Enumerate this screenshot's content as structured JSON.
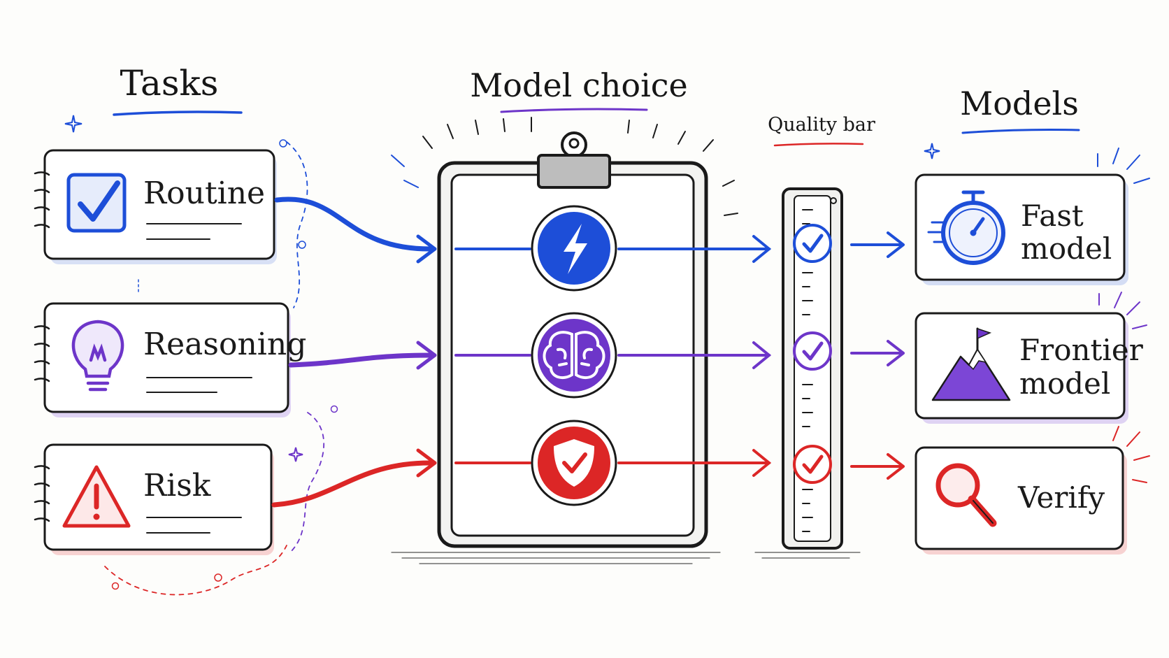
{
  "headings": {
    "tasks": "Tasks",
    "model_choice": "Model choice",
    "quality_bar": "Quality bar",
    "models": "Models"
  },
  "tasks": [
    {
      "label": "Routine",
      "icon": "checkbox-icon",
      "color": "#1d4ed8"
    },
    {
      "label": "Reasoning",
      "icon": "lightbulb-icon",
      "color": "#6d35c9"
    },
    {
      "label": "Risk",
      "icon": "warning-icon",
      "color": "#dc2626"
    }
  ],
  "choices": [
    {
      "icon": "lightning-icon",
      "color": "#1d4ed8"
    },
    {
      "icon": "brain-icon",
      "color": "#6d35c9"
    },
    {
      "icon": "shield-check-icon",
      "color": "#dc2626"
    }
  ],
  "models": [
    {
      "line1": "Fast",
      "line2": "model",
      "icon": "stopwatch-icon",
      "color": "#1d4ed8"
    },
    {
      "line1": "Frontier",
      "line2": "model",
      "icon": "mountain-flag-icon",
      "color": "#6d35c9"
    },
    {
      "line1": "Verify",
      "line2": "",
      "icon": "magnifier-icon",
      "color": "#dc2626"
    }
  ],
  "colors": {
    "blue": "#1d4ed8",
    "purple": "#6d35c9",
    "red": "#dc2626",
    "ink": "#1a1a1a"
  }
}
